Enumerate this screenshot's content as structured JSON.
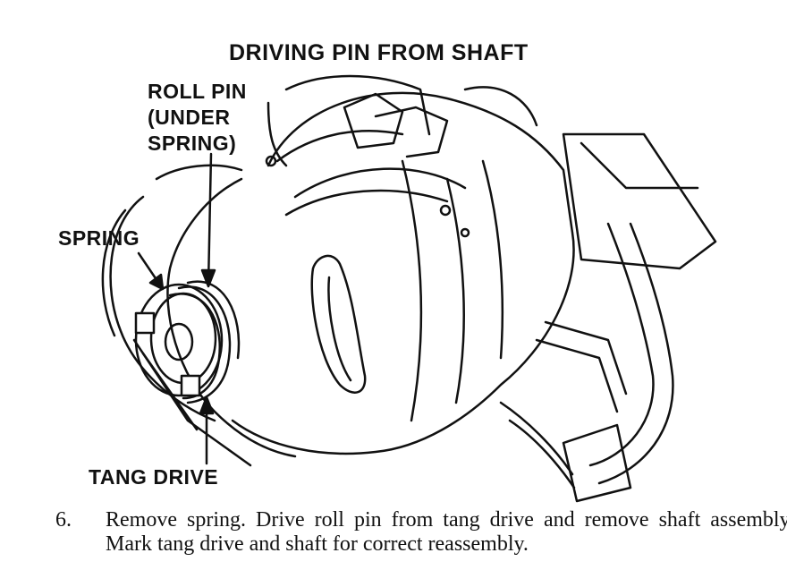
{
  "title": "DRIVING PIN FROM SHAFT",
  "labels": {
    "roll_pin": "ROLL PIN\n(UNDER\nSPRING)",
    "spring": "SPRING",
    "tang_drive": "TANG DRIVE"
  },
  "caption": {
    "number": "6.",
    "text": "Remove spring. Drive roll pin from tang drive and remove shaft assembly. Mark tang drive and shaft for correct reassembly."
  }
}
